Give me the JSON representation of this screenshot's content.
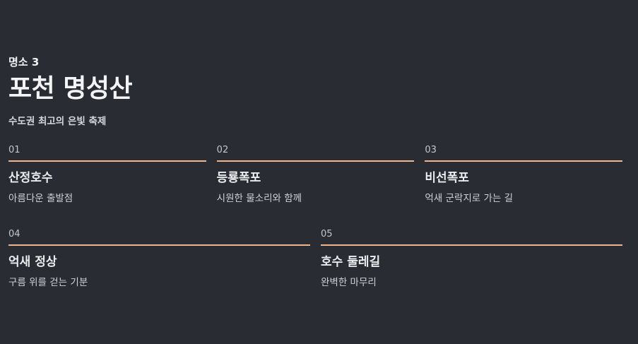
{
  "header": {
    "eyebrow": "명소 3",
    "title": "포천 명성산",
    "subtitle": "수도권 최고의 은빛 축제"
  },
  "steps": [
    {
      "num": "01",
      "name": "산정호수",
      "desc": "아름다운 출발점"
    },
    {
      "num": "02",
      "name": "등룡폭포",
      "desc": "시원한 물소리와 함께"
    },
    {
      "num": "03",
      "name": "비선폭포",
      "desc": "억새 군락지로 가는 길"
    },
    {
      "num": "04",
      "name": "억새 정상",
      "desc": "구름 위를 걷는 기분"
    },
    {
      "num": "05",
      "name": "호수 둘레길",
      "desc": "완벽한 마무리"
    }
  ],
  "colors": {
    "background": "#292c33",
    "accent_line": "#f2b48a",
    "text": "#e9e9ec"
  }
}
